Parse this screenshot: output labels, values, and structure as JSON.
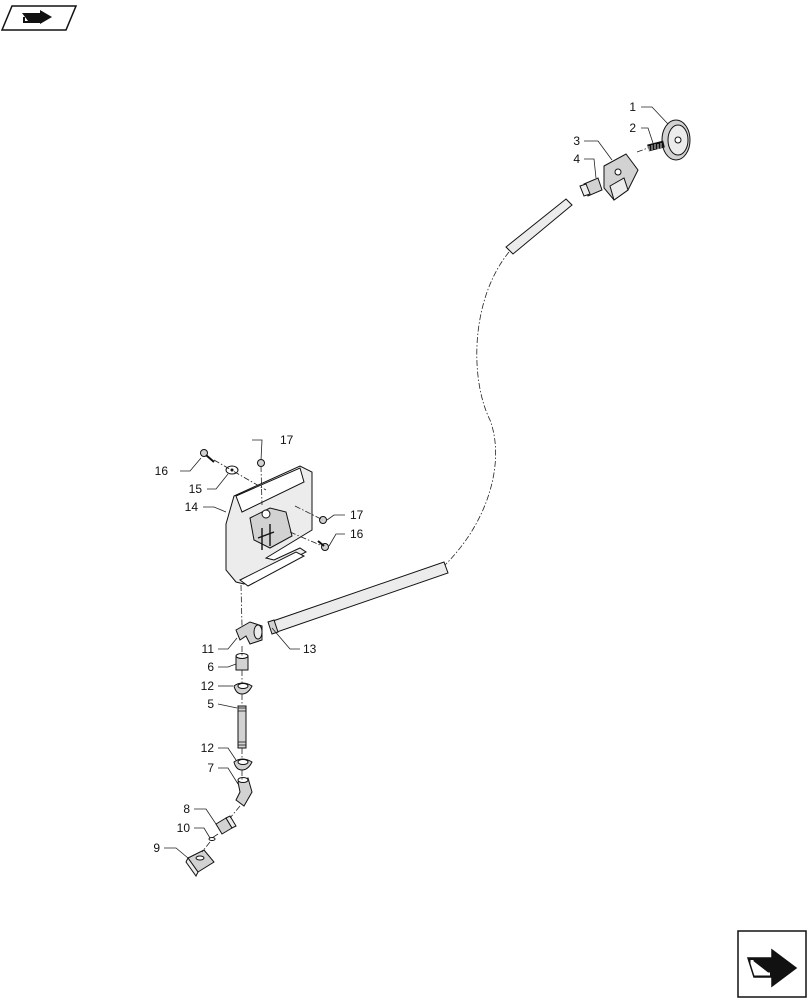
{
  "nav": {
    "prev_icon": "return-arrow-icon",
    "next_icon": "return-arrow-icon"
  },
  "callouts": [
    "1",
    "2",
    "3",
    "4",
    "17",
    "16",
    "15",
    "14",
    "17",
    "16",
    "11",
    "13",
    "6",
    "12",
    "5",
    "12",
    "7",
    "8",
    "10",
    "9"
  ]
}
